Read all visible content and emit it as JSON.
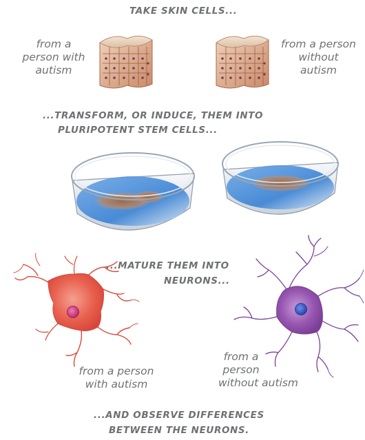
{
  "steps": {
    "take": "TAKE SKIN CELLS...",
    "transform_1": "...TRANSFORM, OR INDUCE, THEM INTO",
    "transform_2": "PLURIPOTENT STEM CELLS...",
    "mature_1": "...MATURE THEM INTO",
    "mature_2": "NEURONS...",
    "observe_1": "...AND OBSERVE DIFFERENCES",
    "observe_2": "BETWEEN THE NEURONS."
  },
  "labels": {
    "skin_left": [
      "from a",
      "person with",
      "autism"
    ],
    "skin_right": [
      "from a person",
      "without",
      "autism"
    ],
    "neuron_left": [
      "from a person",
      "with autism"
    ],
    "neuron_right": [
      "from a",
      "person",
      "without autism"
    ]
  },
  "colors": {
    "skin": "#d9a887",
    "nucleus": "#7a3b52",
    "dish_fluid": "#4d8fd6",
    "colony": "#b07a5c",
    "neuron_autism": "#e8574a",
    "neuron_autism_nucleus": "#c8367a",
    "neuron_typical": "#8a4aa6",
    "neuron_typical_nucleus": "#3a5ec8"
  }
}
